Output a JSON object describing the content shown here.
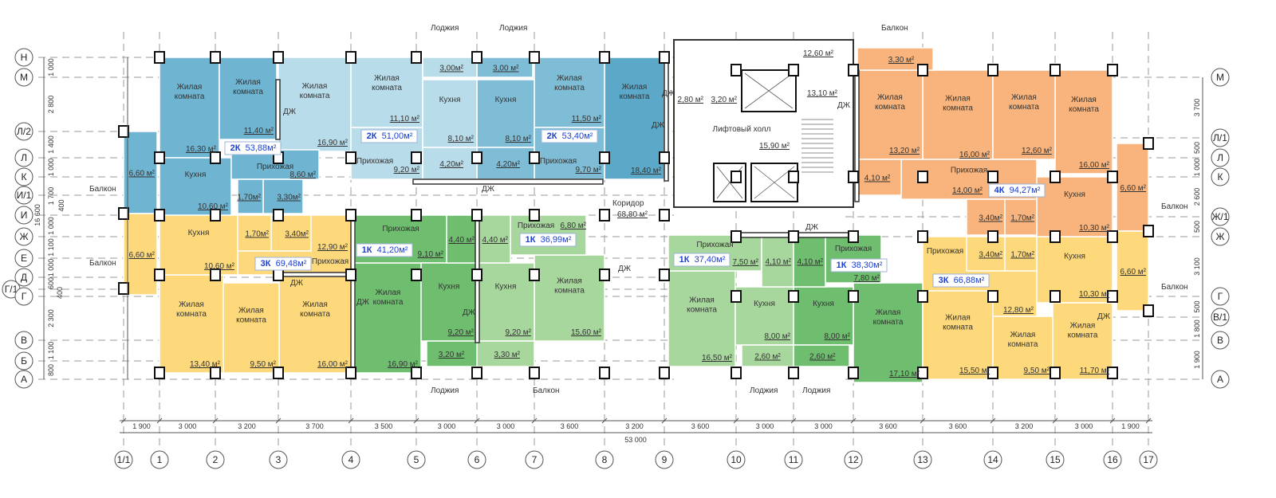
{
  "colors": {
    "blue_dark": "#6fb4d0",
    "blue_light": "#b9dcea",
    "blue_mid": "#7fbdd6",
    "blue_deep": "#5ba8c9",
    "orange": "#f8b47c",
    "yellow": "#fdd97c",
    "green_dark": "#6fbd6f",
    "green_light": "#a8d79d",
    "lobby": "#ffffff"
  },
  "apartments": [
    {
      "type": "2К",
      "area": "53,88м²"
    },
    {
      "type": "2К",
      "area": "51,00м²"
    },
    {
      "type": "2К",
      "area": "53,40м²"
    },
    {
      "type": "3К",
      "area": "69,48м²"
    },
    {
      "type": "1К",
      "area": "41,20м²"
    },
    {
      "type": "1К",
      "area": "36,99м²"
    },
    {
      "type": "1К",
      "area": "37,40м²"
    },
    {
      "type": "1К",
      "area": "38,30м²"
    },
    {
      "type": "4К",
      "area": "94,27м²"
    },
    {
      "type": "3К",
      "area": "66,88м²"
    }
  ],
  "rooms": [
    {
      "name": [
        "Жилая",
        "комната"
      ],
      "area": "16,30 м²",
      "color": "blue_dark"
    },
    {
      "name": [
        "Жилая",
        "комната"
      ],
      "area": "11,40 м²",
      "color": "blue_dark"
    },
    {
      "name": [
        "Прихожая"
      ],
      "area": "8,60 м²",
      "color": "blue_dark"
    },
    {
      "name": [
        "Кухня"
      ],
      "area": "10,60 м²",
      "color": "blue_dark"
    },
    {
      "name": [],
      "area": "6,60 м²",
      "color": "blue_dark"
    },
    {
      "name": [],
      "area": "1,70м²",
      "color": "blue_dark"
    },
    {
      "name": [],
      "area": "3,30м²",
      "color": "blue_dark"
    },
    {
      "name": [
        "Жилая",
        "комната"
      ],
      "area": "16,90 м²",
      "color": "blue_light"
    },
    {
      "name": [
        "Жилая",
        "комната"
      ],
      "area": "11,10 м²",
      "color": "blue_light"
    },
    {
      "name": [
        "Прихожая"
      ],
      "area": "9,20 м²",
      "color": "blue_light"
    },
    {
      "name": [
        "Кухня"
      ],
      "area": "8,10 м²",
      "color": "blue_light"
    },
    {
      "name": [],
      "area": "4,20м²",
      "color": "blue_light"
    },
    {
      "name": [],
      "area": "3,00м²",
      "color": "blue_light"
    },
    {
      "name": [],
      "area": "3,00 м²",
      "color": "blue_mid"
    },
    {
      "name": [
        "Кухня"
      ],
      "area": "8,10 м²",
      "color": "blue_mid"
    },
    {
      "name": [],
      "area": "4,20м²",
      "color": "blue_mid"
    },
    {
      "name": [
        "Жилая",
        "комната"
      ],
      "area": "11,50 м²",
      "color": "blue_mid"
    },
    {
      "name": [
        "Прихожая"
      ],
      "area": "9,70 м²",
      "color": "blue_mid"
    },
    {
      "name": [
        "Жилая",
        "комната"
      ],
      "area": "18,40 м²",
      "color": "blue_deep"
    },
    {
      "name": [],
      "area": "3,30 м²",
      "color": "orange"
    },
    {
      "name": [
        "Жилая",
        "комната"
      ],
      "area": "13,20 м²",
      "color": "orange"
    },
    {
      "name": [
        "Жилая",
        "комната"
      ],
      "area": "16,00 м²",
      "color": "orange"
    },
    {
      "name": [
        "Жилая",
        "комната"
      ],
      "area": "12,60 м²",
      "color": "orange"
    },
    {
      "name": [
        "Жилая",
        "комната"
      ],
      "area": "16,00 м²",
      "color": "orange"
    },
    {
      "name": [],
      "area": "4,10 м²",
      "color": "orange"
    },
    {
      "name": [
        "Прихожая"
      ],
      "area": "14,00 м²",
      "color": "orange"
    },
    {
      "name": [],
      "area": "3,40м²",
      "color": "orange"
    },
    {
      "name": [],
      "area": "1,70м²",
      "color": "orange"
    },
    {
      "name": [
        "Кухня"
      ],
      "area": "10,30 м²",
      "color": "orange"
    },
    {
      "name": [],
      "area": "6,60 м²",
      "color": "orange"
    },
    {
      "name": [],
      "area": "6,60 м²",
      "color": "yellow"
    },
    {
      "name": [
        "Кухня"
      ],
      "area": "10,60 м²",
      "color": "yellow"
    },
    {
      "name": [],
      "area": "1,70м²",
      "color": "yellow"
    },
    {
      "name": [],
      "area": "3,40м²",
      "color": "yellow"
    },
    {
      "name": [
        "Прихожая"
      ],
      "area": "12,90 м²",
      "color": "yellow"
    },
    {
      "name": [
        "Жилая",
        "комната"
      ],
      "area": "13,40 м²",
      "color": "yellow"
    },
    {
      "name": [
        "Жилая",
        "комната"
      ],
      "area": "9,50 м²",
      "color": "yellow"
    },
    {
      "name": [
        "Жилая",
        "комната"
      ],
      "area": "16,00 м²",
      "color": "yellow"
    },
    {
      "name": [
        "Прихожая"
      ],
      "area": "9,10 м²",
      "color": "green_dark"
    },
    {
      "name": [],
      "area": "4,40 м²",
      "color": "green_dark"
    },
    {
      "name": [
        "Жилая",
        "комната"
      ],
      "area": "16,90 м²",
      "color": "green_dark"
    },
    {
      "name": [
        "Кухня"
      ],
      "area": "9,20 м²",
      "color": "green_dark"
    },
    {
      "name": [],
      "area": "3,20 м²",
      "color": "green_dark"
    },
    {
      "name": [],
      "area": "4,40 м²",
      "color": "green_light"
    },
    {
      "name": [
        "Прихожая"
      ],
      "area": "6,80 м²",
      "color": "green_light"
    },
    {
      "name": [
        "Кухня"
      ],
      "area": "9,20 м²",
      "color": "green_light"
    },
    {
      "name": [
        "Жилая",
        "комната"
      ],
      "area": "15,60 м²",
      "color": "green_light"
    },
    {
      "name": [],
      "area": "3,30 м²",
      "color": "green_light"
    },
    {
      "name": [
        "Прихожая"
      ],
      "area": "7,50 м²",
      "color": "green_light"
    },
    {
      "name": [],
      "area": "4,10 м²",
      "color": "green_light"
    },
    {
      "name": [
        "Жилая",
        "комната"
      ],
      "area": "16,50 м²",
      "color": "green_light"
    },
    {
      "name": [
        "Кухня"
      ],
      "area": "8,00 м²",
      "color": "green_light"
    },
    {
      "name": [],
      "area": "2,60 м²",
      "color": "green_light"
    },
    {
      "name": [],
      "area": "4,10 м²",
      "color": "green_dark"
    },
    {
      "name": [
        "Прихожая"
      ],
      "area": "7,80 м²",
      "color": "green_dark"
    },
    {
      "name": [
        "Кухня"
      ],
      "area": "8,00 м²",
      "color": "green_dark"
    },
    {
      "name": [],
      "area": "2,60 м²",
      "color": "green_dark"
    },
    {
      "name": [
        "Жилая",
        "комната"
      ],
      "area": "17,10 м²",
      "color": "green_dark"
    },
    {
      "name": [
        "Прихожая"
      ],
      "area": "12,80 м²",
      "color": "yellow"
    },
    {
      "name": [],
      "area": "3,40м²",
      "color": "yellow"
    },
    {
      "name": [],
      "area": "1,70м²",
      "color": "yellow"
    },
    {
      "name": [
        "Кухня"
      ],
      "area": "10,30 м²",
      "color": "yellow"
    },
    {
      "name": [],
      "area": "6,60 м²",
      "color": "yellow"
    },
    {
      "name": [
        "Жилая",
        "комната"
      ],
      "area": "15,50 м²",
      "color": "yellow"
    },
    {
      "name": [
        "Жилая",
        "комната"
      ],
      "area": "9,50 м²",
      "color": "yellow"
    },
    {
      "name": [
        "Жилая",
        "комната"
      ],
      "area": "11,70 м²",
      "color": "yellow"
    }
  ],
  "common": {
    "lift_hall": "Лифтовый холл",
    "lift_hall_area": "15,90 м²",
    "area_12_60": "12,60 м²",
    "area_13_10": "13,10 м²",
    "area_2_80": "2,80 м²",
    "area_3_20": "3,20 м²",
    "corridor": "Коридор",
    "corridor_area": "68,80 м²"
  },
  "notes": [
    "Балкон",
    "Балкон",
    "Лоджия",
    "Лоджия",
    "Балкон",
    "Лоджия",
    "Балкон",
    "Лоджия",
    "Лоджия",
    "Балкон",
    "Балкон",
    "ДЖ",
    "ДЖ",
    "ДЖ",
    "ДЖ",
    "ДЖ",
    "ДЖ",
    "ДЖ",
    "ДЖ",
    "ДЖ",
    "ДЖ",
    "ДЖ"
  ],
  "axes": {
    "left": [
      "Н",
      "М",
      "Л/2",
      "Л",
      "К",
      "И/1",
      "И",
      "Ж",
      "Е",
      "Д",
      "Г/1",
      "Г",
      "В",
      "Б",
      "А"
    ],
    "right": [
      "М",
      "Л/1",
      "Л",
      "К",
      "Ж/1",
      "Ж",
      "Г",
      "В/1",
      "В",
      "А"
    ],
    "bottom": [
      "1/1",
      "1",
      "2",
      "3",
      "4",
      "5",
      "6",
      "7",
      "8",
      "9",
      "10",
      "11",
      "12",
      "13",
      "14",
      "15",
      "16",
      "17"
    ]
  },
  "dimensions": {
    "left": [
      "1 000",
      "2 800",
      "1 400",
      "1 000",
      "1 700",
      "1 000",
      "1 100",
      "1 000",
      "600",
      "400",
      "2 300",
      "1 100",
      "800"
    ],
    "left_total": "16 600",
    "left_extra": "400",
    "right": [
      "3 700",
      "500",
      "1 000",
      "2 600",
      "500",
      "3 100",
      "500",
      "1 800",
      "1 900"
    ],
    "bottom": [
      "1 900",
      "3 000",
      "3 200",
      "3 700",
      "3 500",
      "3 000",
      "3 000",
      "3 600",
      "3 200",
      "3 600",
      "3 000",
      "3 000",
      "3 600",
      "3 600",
      "3 200",
      "3 000",
      "1 900"
    ],
    "bottom_total": "53 000"
  }
}
